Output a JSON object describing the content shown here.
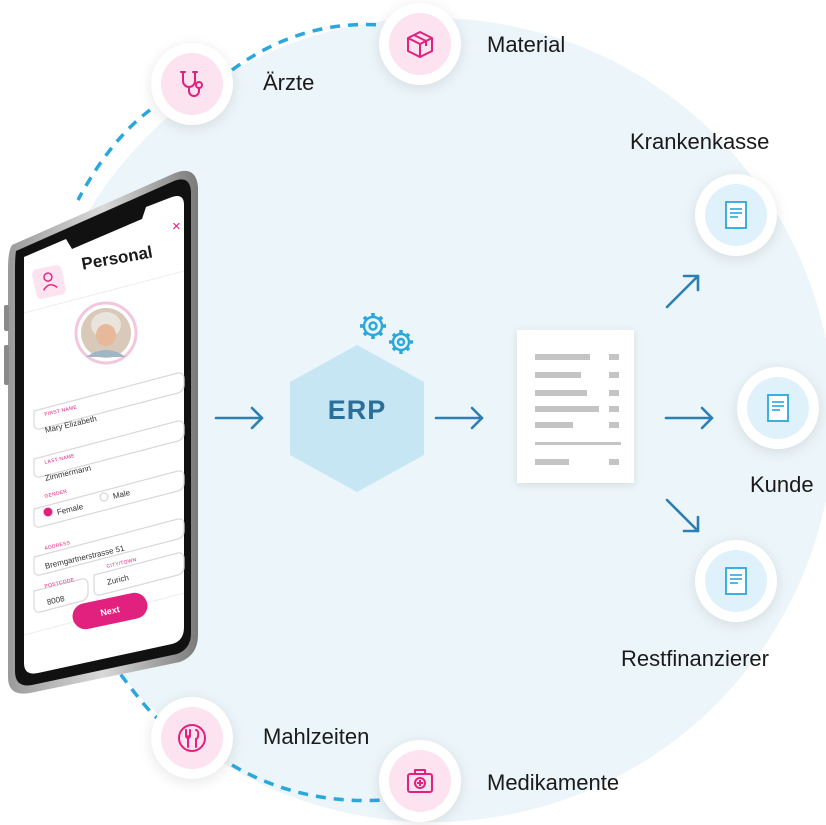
{
  "nodes": {
    "aerzte": "Ärzte",
    "material": "Material",
    "krankenkasse": "Krankenkasse",
    "kunde": "Kunde",
    "restfinanzierer": "Restfinanzierer",
    "mahlzeiten": "Mahlzeiten",
    "medikamente": "Medikamente"
  },
  "center": {
    "label": "ERP"
  },
  "phone": {
    "title": "Personal",
    "close": "×",
    "first_name_caption": "FIRST NAME",
    "first_name": "Mary Elizabeth",
    "last_name_caption": "LAST NAME",
    "last_name": "Zimmermann",
    "gender_caption": "GENDER",
    "gender_female": "Female",
    "gender_male": "Male",
    "address_caption": "ADDRESS",
    "address": "Bremgartnerstrasse 51",
    "postcode_caption": "POSTCODE",
    "postcode": "8008",
    "city_caption": "CITY/TOWN",
    "city": "Zurich",
    "next_button": "Next"
  },
  "colors": {
    "accent_pink": "#e2207d",
    "accent_blue": "#2aa7dc",
    "background_circle": "#ecf5f9",
    "hexagon": "#c7e6f4",
    "erp_text": "#2a6f9a"
  }
}
